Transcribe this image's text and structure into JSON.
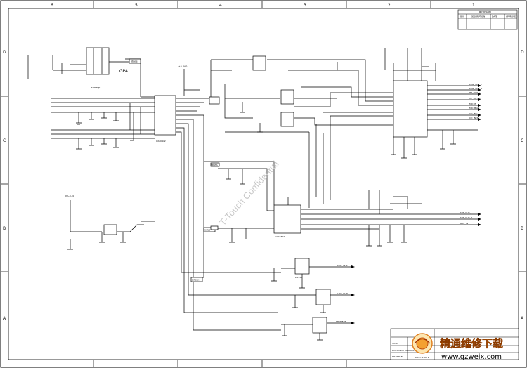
{
  "border": {
    "columns": [
      "6",
      "5",
      "4",
      "3",
      "2",
      "1"
    ],
    "rows": [
      "D",
      "C",
      "B",
      "A"
    ]
  },
  "revision_block": {
    "title": "REVISION",
    "headers": [
      "REV",
      "DESCRIPTION",
      "DATE",
      "APPROVED"
    ]
  },
  "watermark": "T-Touch Confidential",
  "labels": {
    "oscillator": "Sbase",
    "gpa": "GPA",
    "storage": "storage",
    "main_ic": "CX20442",
    "mid_ic": "ALC5621",
    "port_box_1": "SDATA",
    "port_box_2": "SYNC",
    "port_box_3": "BITCLK",
    "vcc": "VCC3.3V",
    "vdd": "+3.3VD",
    "bottom_ic": "LM358"
  },
  "signals_right": [
    "LINE_OUT_L",
    "LINE_OUT_R",
    "HP_OUT_L",
    "HP_OUT_R",
    "MIC_IN",
    "MIC_BIAS",
    "CD_IN_L",
    "CD_IN_R"
  ],
  "signals_mid_right": [
    "SPK_OUT_L",
    "SPK_OUT_R",
    "AUX_IN"
  ],
  "signals_bottom": [
    "LINE_IN_L",
    "LINE_IN_R",
    "PHONE_IN"
  ],
  "title_block": {
    "rows": [
      "TITLE",
      "DOCUMENT NUMBER",
      "DRAWN BY"
    ],
    "sheet": "SHEET 1 OF 1"
  },
  "logo": {
    "text": "精通维修下载",
    "url": "www.gzweix.com"
  }
}
